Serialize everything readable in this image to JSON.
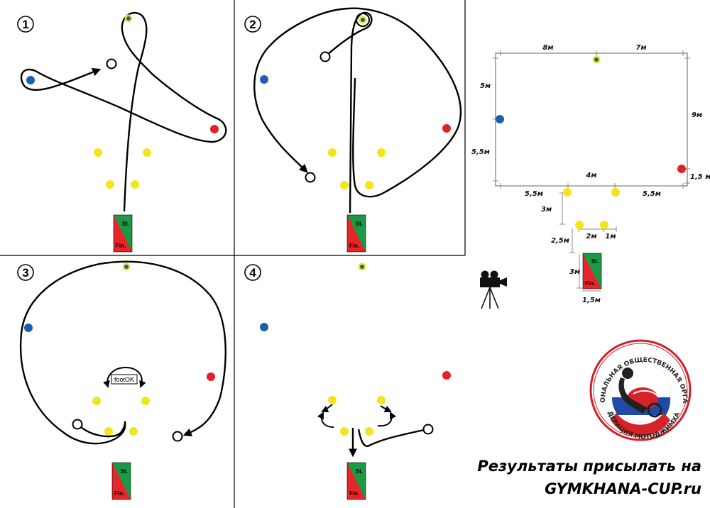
{
  "panels": [
    {
      "number": "1"
    },
    {
      "number": "2"
    },
    {
      "number": "3"
    },
    {
      "number": "4"
    }
  ],
  "start_box": {
    "start_label": "St.",
    "finish_label": "Fin."
  },
  "foot_ok_label": "footOK",
  "scheme": {
    "dims": {
      "top_left": "8м",
      "top_right": "7м",
      "left_upper": "5м",
      "left_lower": "5,5м",
      "right_upper": "9м",
      "right_lower": "1,5 м",
      "middle": "4м",
      "bottom_left": "5,5м",
      "bottom_right": "5,5м",
      "gate_depth": "3м",
      "pair_width": "2м",
      "pair_right": "1м",
      "to_start": "2,5м",
      "box_height": "3м",
      "box_width": "1,5м"
    }
  },
  "footer": {
    "line1": "Результаты присылать на",
    "line2": "GYMKHANA-CUP.ru"
  },
  "logo": {
    "top_text": "МЕЖРЕГИОНАЛЬНАЯ ОБЩЕСТВЕННАЯ ОРГАНИЗАЦИЯ",
    "bottom_text": "ФЕДЕРАЦИЯ МОТОДЖИМХАНЫ"
  },
  "colors": {
    "yellow": "#f2e51c",
    "blue": "#1a5fb0",
    "red": "#e32025",
    "green": "#1a9a44",
    "start_red": "#e8262a"
  }
}
